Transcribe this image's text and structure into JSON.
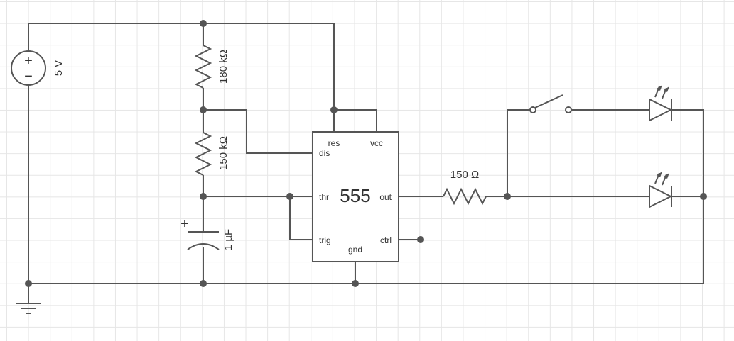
{
  "components": {
    "source": {
      "label": "5 V",
      "plus": "+",
      "minus": "−"
    },
    "r1": {
      "label": "180 kΩ"
    },
    "r2": {
      "label": "150 kΩ"
    },
    "cap": {
      "label": "1 µF",
      "plus": "+"
    },
    "ic": {
      "name": "555",
      "pins": {
        "res": "res",
        "vcc": "vcc",
        "dis": "dis",
        "thr": "thr",
        "out": "out",
        "trig": "trig",
        "ctrl": "ctrl",
        "gnd": "gnd"
      }
    },
    "r3": {
      "label": "150 Ω"
    }
  },
  "colors": {
    "wire": "#555555",
    "grid": "#e6e6e6",
    "text": "#333333"
  }
}
